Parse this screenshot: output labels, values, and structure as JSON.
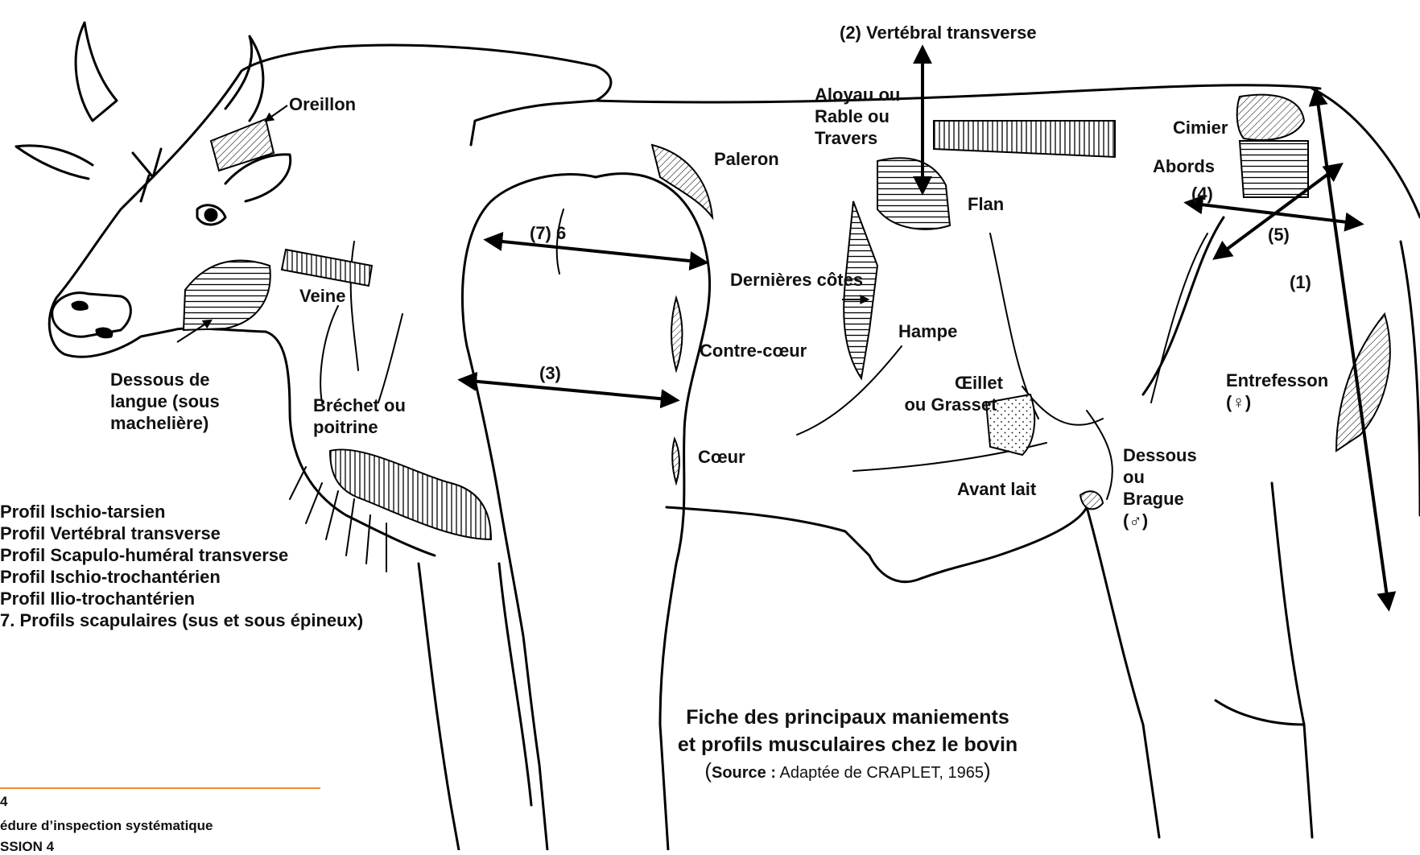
{
  "title_lines": [
    "Fiche des principaux maniements",
    "et profils musculaires chez le bovin"
  ],
  "source": {
    "prefix": "Source :",
    "text": "Adaptée de CRAPLET, 1965"
  },
  "labels": {
    "oreillon": "Oreillon",
    "veine": "Veine",
    "dessous_langue": [
      "Dessous de",
      "langue (sous",
      "machelière)"
    ],
    "brechet": [
      "Bréchet ou",
      "poitrine"
    ],
    "paleron": "Paleron",
    "profile_7_6": "(7)  6",
    "profile_3": "(3)",
    "contre_coeur": "Contre-cœur",
    "coeur": "Cœur",
    "derniers_cotes": "Dernières côtes",
    "hampe": "Hampe",
    "aloyau": [
      "Aloyau ou",
      "Rable ou",
      "Travers"
    ],
    "vertebral": "(2)  Vertébral transverse",
    "flan": "Flan",
    "oeillet": [
      "Œillet",
      "ou Grasset"
    ],
    "avant_lait": "Avant lait",
    "dessous_brague": [
      "Dessous",
      "ou",
      "Brague",
      "(♂)"
    ],
    "cimier": "Cimier",
    "abords": "Abords",
    "profile_4": "(4)",
    "profile_5": "(5)",
    "profile_1": "(1)",
    "entrefesson": [
      "Entrefesson",
      "(♀)"
    ]
  },
  "legend": [
    "Profil Ischio-tarsien",
    "Profil Vertébral transverse",
    "Profil Scapulo-huméral transverse",
    "Profil Ischio-trochantérien",
    "Profil Ilio-trochantérien",
    " 7. Profils scapulaires (sus et sous épineux)"
  ],
  "footer": [
    "4",
    "édure d’inspection systématique",
    "SSION 4"
  ],
  "colors": {
    "line": "#000000",
    "accent_rule": "#f28c28"
  }
}
